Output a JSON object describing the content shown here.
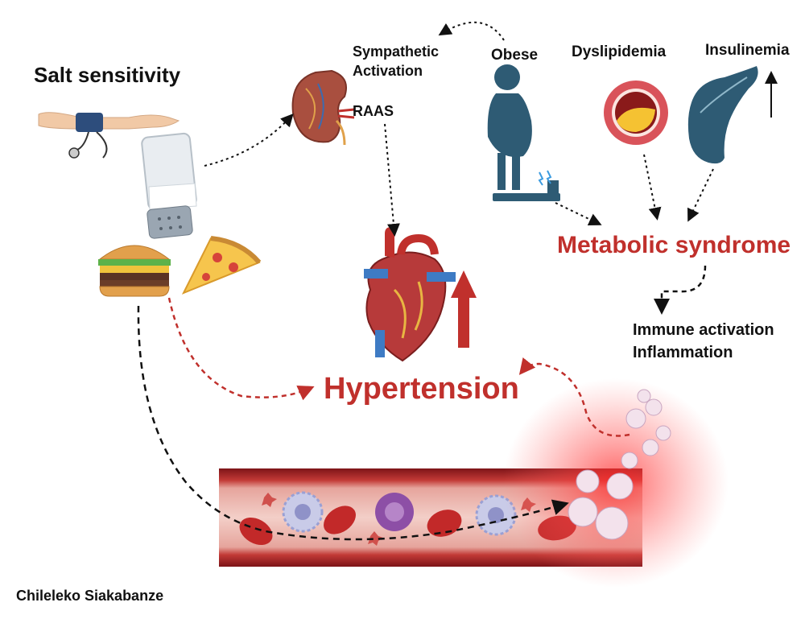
{
  "labels": {
    "salt_sensitivity": "Salt sensitivity",
    "sympathetic_line1": "Sympathetic",
    "sympathetic_line2": "Activation",
    "raas": "RAAS",
    "obese": "Obese",
    "dyslipidemia": "Dyslipidemia",
    "insulinemia": "Insulinemia",
    "metabolic_syndrome": "Metabolic syndrome",
    "immune_line1": "Immune activation",
    "immune_line2": "Inflammation",
    "hypertension": "Hypertension",
    "author": "Chileleko Siakabanze"
  },
  "colors": {
    "accent_red": "#c0302c",
    "vessel_dark": "#8e1a1e",
    "vessel_wall": "#b8282c",
    "vessel_lumen": "#f2c6c0",
    "obese_figure": "#2e5b74",
    "arrow_black": "#111111"
  },
  "icons": [
    "blood-pressure-cuff-icon",
    "salt-shaker-icon",
    "burger-icon",
    "pizza-slice-icon",
    "kidney-icon",
    "obese-person-icon",
    "artery-plaque-icon",
    "pancreas-icon",
    "heart-icon",
    "up-arrow-icon",
    "blood-vessel-icon",
    "immune-cells-glow-icon"
  ]
}
